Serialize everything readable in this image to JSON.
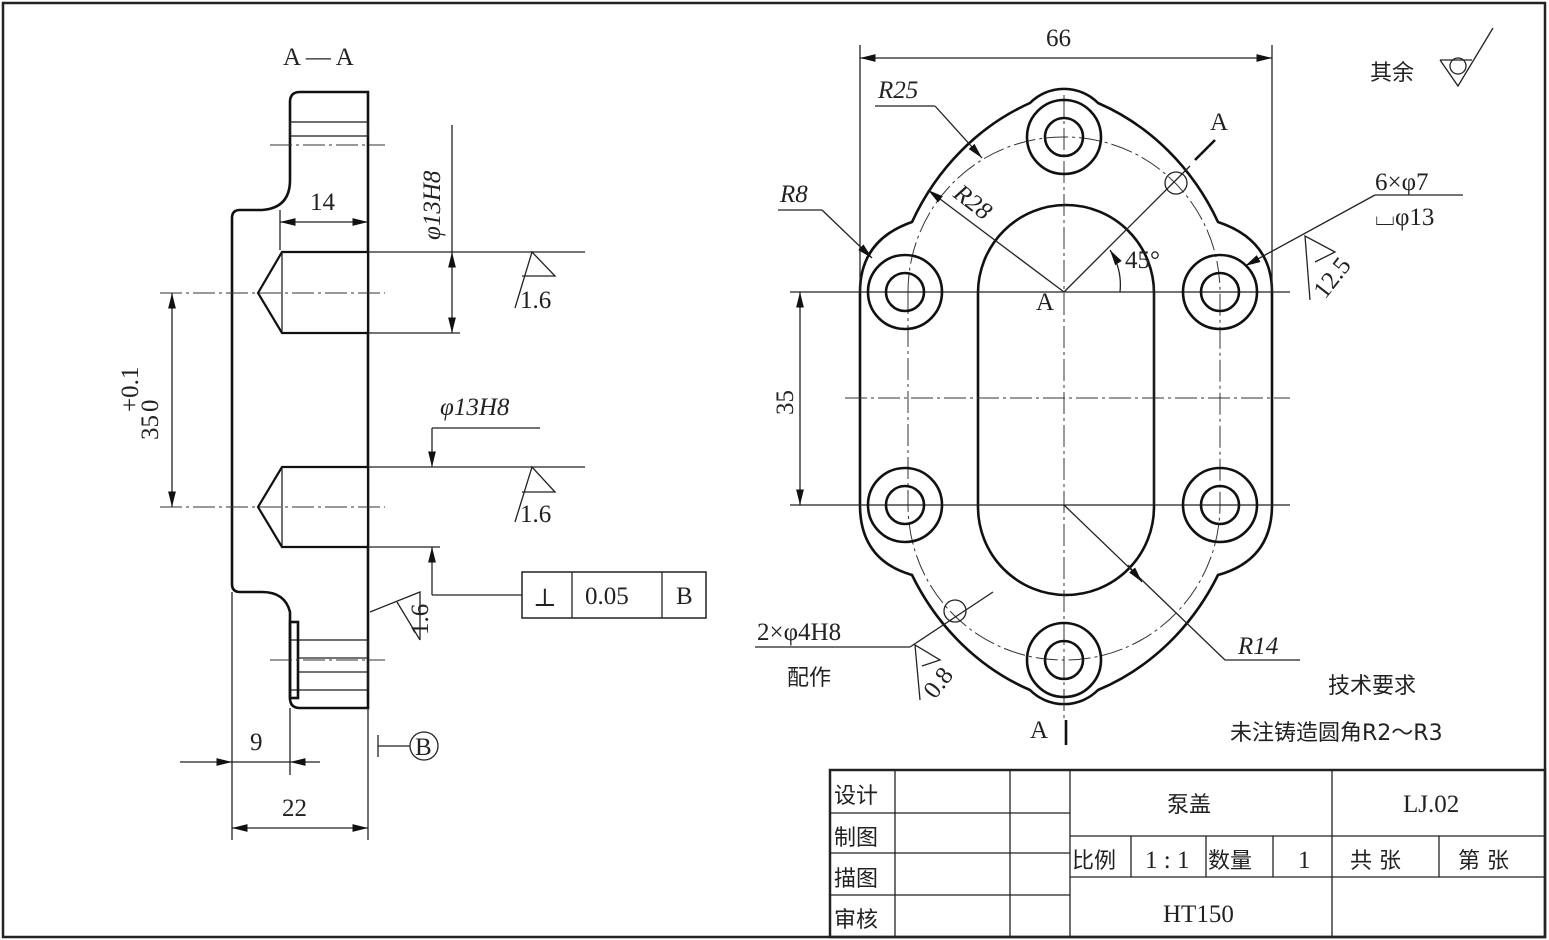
{
  "section_view": {
    "title": "A — A",
    "dim_14": "14",
    "dim_bore_top": "φ13H8",
    "roughness_top": "1.6",
    "dim_35_main": "35",
    "dim_35_tol_upper": "+0.1",
    "dim_35_tol_lower": "0",
    "dim_bore_bottom": "φ13H8",
    "roughness_bottom": "1.6",
    "roughness_face": "1.6",
    "tolerance_frame": {
      "symbol": "⊥",
      "value": "0.05",
      "datum": "B"
    },
    "datum_label": "B",
    "dim_9": "9",
    "dim_22": "22"
  },
  "plan_view": {
    "dim_66": "66",
    "radius_r25": "R25",
    "radius_r8": "R8",
    "radius_r28": "R28",
    "angle_45": "45°",
    "section_mark_top": "A",
    "section_mark_center": "A",
    "section_mark_bottom": "A",
    "dim_35": "35",
    "holes_note": "6×φ7",
    "counterbore_note": "⌴φ13",
    "roughness_holes": "12.5",
    "pin_holes_note": "2×φ4H8",
    "pin_holes_sub": "配作",
    "roughness_pin": "0.8",
    "radius_r14": "R14",
    "other_roughness": "其余"
  },
  "tech_requirements": {
    "title": "技术要求",
    "line1": "未注铸造圆角R2～R3"
  },
  "title_block": {
    "roles": [
      "设计",
      "制图",
      "描图",
      "审核"
    ],
    "part_name": "泵盖",
    "drawing_no": "LJ.02",
    "scale_label": "比例",
    "scale_value": "1 : 1",
    "qty_label": "数量",
    "qty_value": "1",
    "total_sheets": "共 张",
    "sheet_no": "第 张",
    "material": "HT150"
  }
}
